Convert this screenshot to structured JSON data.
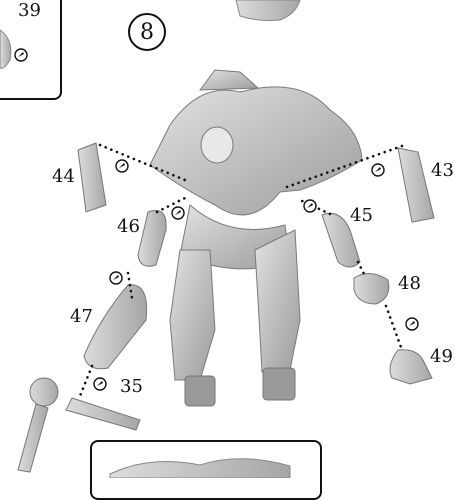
{
  "step": {
    "number": "8"
  },
  "insets": {
    "top_left": {
      "part": "39"
    }
  },
  "parts": {
    "p43": "43",
    "p44": "44",
    "p45": "45",
    "p46": "46",
    "p47": "47",
    "p48": "48",
    "p49": "49",
    "p35": "35"
  },
  "icons": [
    "glue-icon"
  ],
  "colors": {
    "ink": "#111111",
    "model": "#c9c9c9",
    "model_shadow": "#8f8f8f"
  }
}
